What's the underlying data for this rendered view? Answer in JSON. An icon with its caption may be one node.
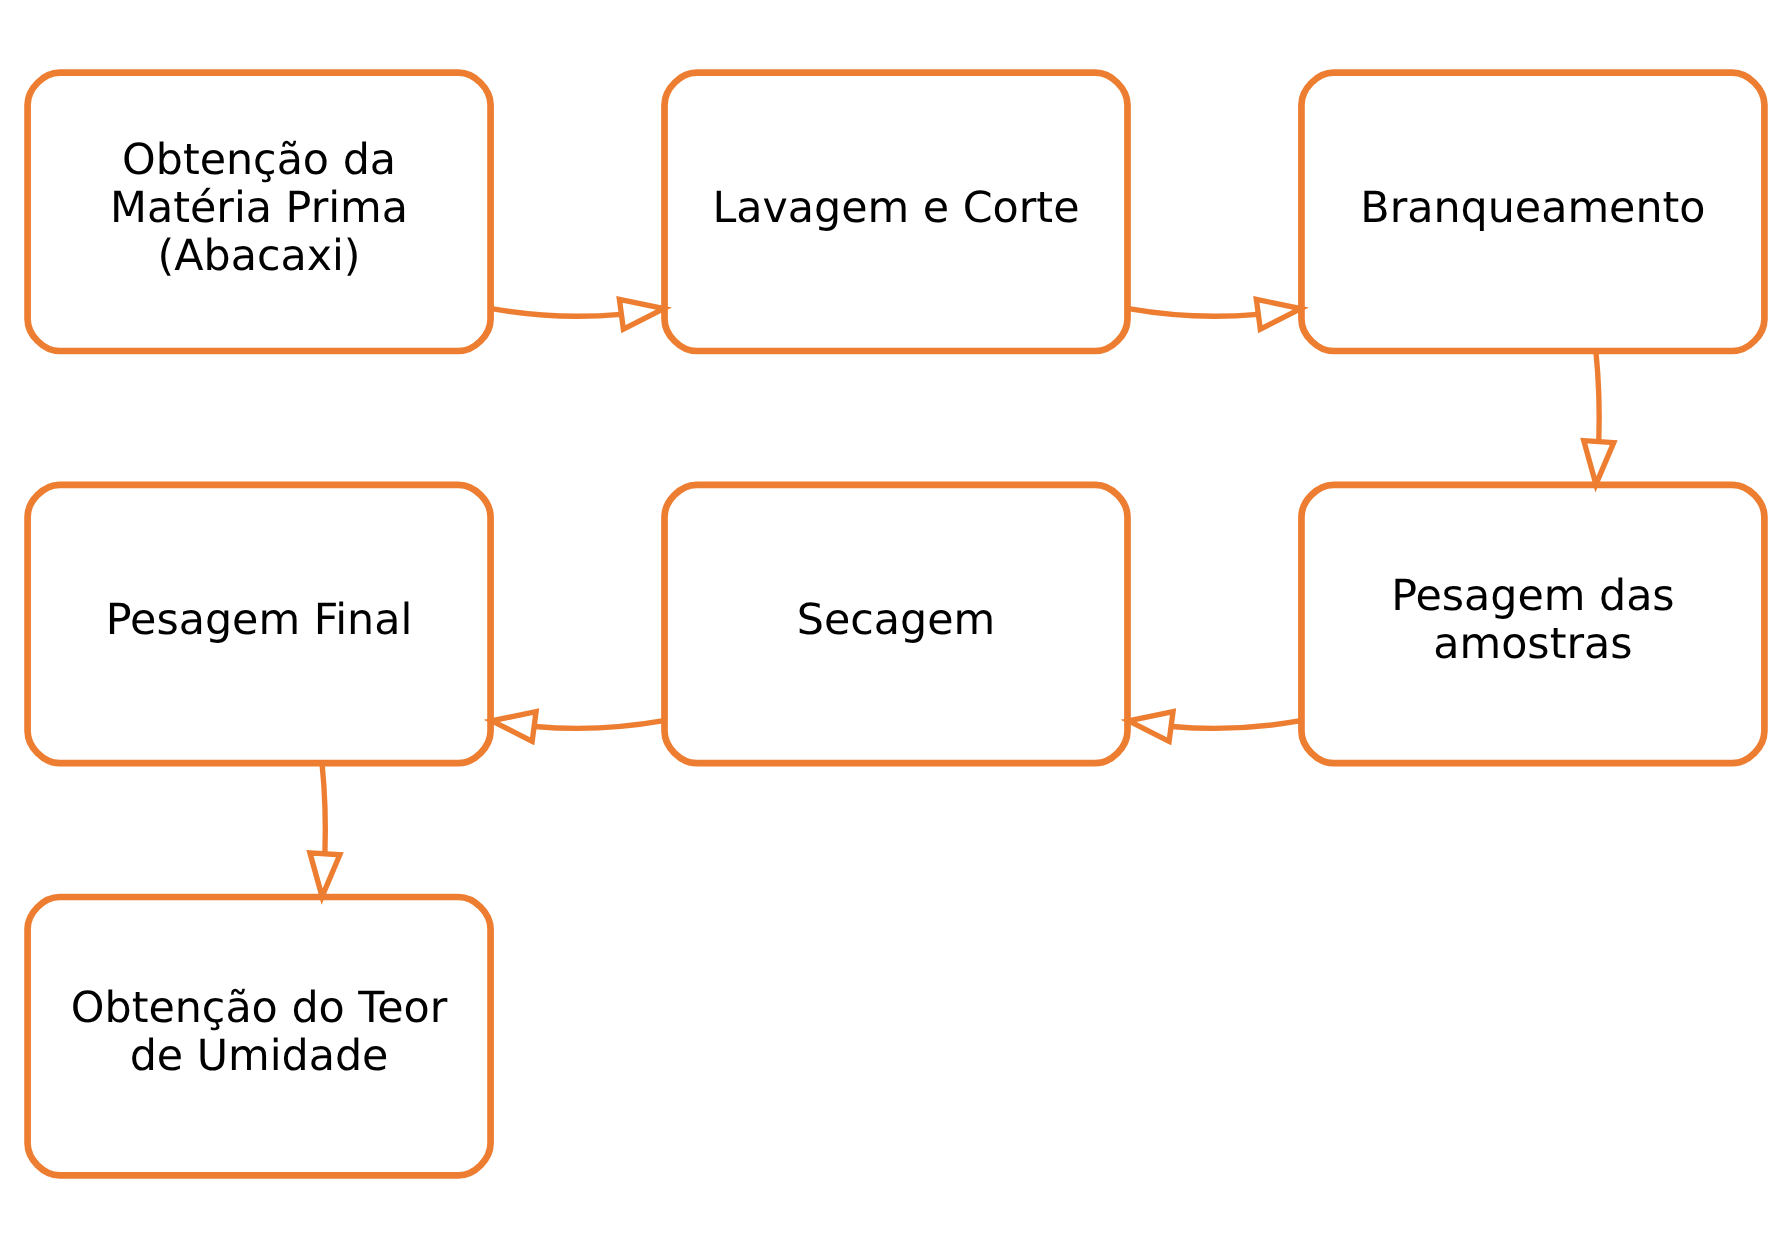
{
  "diagram": {
    "nodes": [
      {
        "text": [
          "Obtenção da Matéria Prima (Abacaxi)"
        ]
      },
      {
        "text": [
          "Lavagem e Corte"
        ]
      },
      {
        "text": [
          "Branqueamento"
        ]
      },
      {
        "text": [
          "Pesagem das amostras"
        ]
      },
      {
        "text": [
          "Secagem"
        ]
      },
      {
        "text": [
          "Pesagem Final"
        ]
      },
      {
        "text": [
          "Obtenção do Teor de Umidade"
        ]
      }
    ],
    "edges": [
      {
        "from": 0,
        "to": 1,
        "arrow": "to"
      },
      {
        "from": 1,
        "to": 2,
        "arrow": "to"
      },
      {
        "from": 2,
        "to": 3,
        "arrow": "to"
      },
      {
        "from": 3,
        "to": 4,
        "arrow": "to"
      },
      {
        "from": 4,
        "to": 5,
        "arrow": "to"
      },
      {
        "from": 5,
        "to": 6,
        "arrow": "to"
      }
    ]
  }
}
